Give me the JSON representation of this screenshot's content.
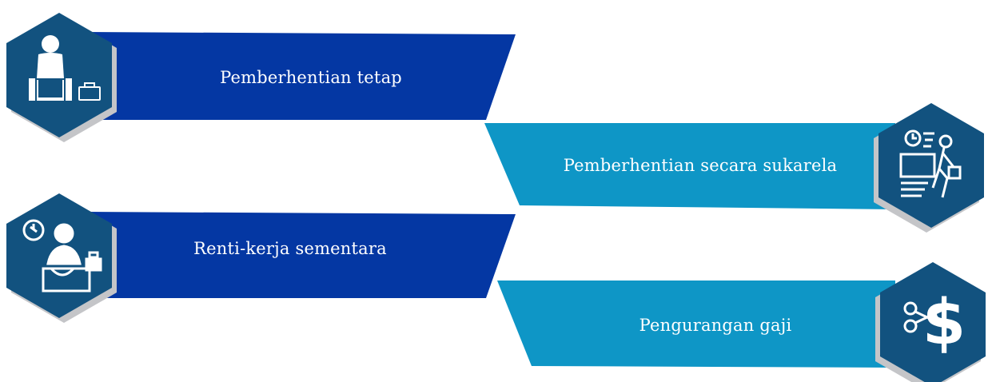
{
  "colors": {
    "dark_blue": "#0437a3",
    "light_blue": "#0e96c6",
    "hex_fill": "#12527f",
    "hex_shadow": "#c4c5c8",
    "icon": "#ffffff"
  },
  "items": [
    {
      "label": "Pemberhentian tetap",
      "icon": "seated-worker-briefcase-icon"
    },
    {
      "label": "Pemberhentian secara sukarela",
      "icon": "worker-leaving-clock-icon"
    },
    {
      "label": "Renti-kerja sementara",
      "icon": "cashier-clock-icon"
    },
    {
      "label": "Pengurangan gaji",
      "icon": "scissors-dollar-icon"
    }
  ]
}
